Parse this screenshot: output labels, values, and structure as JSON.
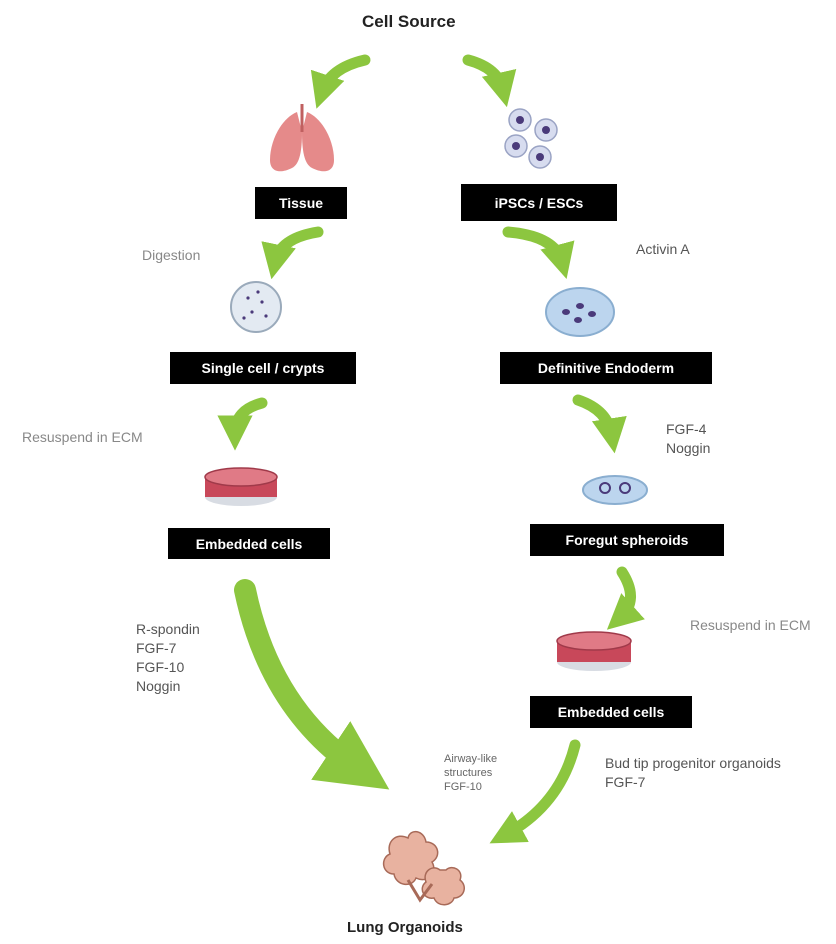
{
  "title": "Cell Source",
  "footer": "Lung Organoids",
  "left_path": {
    "tissue": "Tissue",
    "digestion": "Digestion",
    "single_cell": "Single cell / crypts",
    "resuspend": "Resuspend in ECM",
    "embedded": "Embedded cells",
    "factors": "R-spondin\nFGF-7\nFGF-10\nNoggin"
  },
  "right_path": {
    "ipsc": "iPSCs / ESCs",
    "activin": "Activin A",
    "endoderm": "Definitive Endoderm",
    "fgf4_noggin": "FGF-4\nNoggin",
    "foregut": "Foregut spheroids",
    "resuspend": "Resuspend in ECM",
    "embedded": "Embedded cells",
    "airway": "Airway-like\nstructures\nFGF-10",
    "budtip": "Bud tip progenitor organoids\nFGF-7"
  },
  "colors": {
    "arrow_green": "#8cc63f",
    "box_black": "#000000",
    "dish_red": "#c8485a",
    "lung_pink": "#e58a8a",
    "organoid_pink": "#e8b2a0"
  }
}
